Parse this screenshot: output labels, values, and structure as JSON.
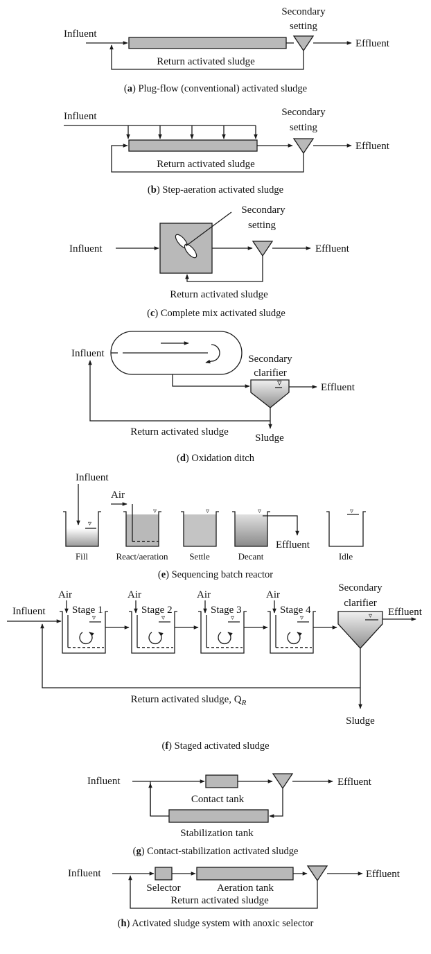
{
  "a": {
    "influent": "Influent",
    "secondary_line1": "Secondary",
    "secondary_line2": "setting",
    "effluent": "Effluent",
    "return": "Return activated sludge",
    "caption_letter": "a",
    "caption_text": " Plug-flow (conventional) activated sludge"
  },
  "b": {
    "influent": "Influent",
    "secondary_line1": "Secondary",
    "secondary_line2": "setting",
    "effluent": "Effluent",
    "return": "Return activated sludge",
    "caption_letter": "b",
    "caption_text": " Step-aeration activated sludge"
  },
  "c": {
    "influent": "Influent",
    "secondary_line1": "Secondary",
    "secondary_line2": "setting",
    "effluent": "Effluent",
    "return": "Return activated sludge",
    "caption_letter": "c",
    "caption_text": " Complete mix activated sludge"
  },
  "d": {
    "influent": "Influent",
    "secondary_line1": "Secondary",
    "secondary_line2": "clarifier",
    "effluent": "Effluent",
    "return": "Return activated sludge",
    "sludge": "Sludge",
    "caption_letter": "d",
    "caption_text": " Oxidation ditch"
  },
  "e": {
    "influent": "Influent",
    "air": "Air",
    "effluent": "Effluent",
    "stages": [
      "Fill",
      "React/aeration",
      "Settle",
      "Decant",
      "Idle"
    ],
    "caption_letter": "e",
    "caption_text": " Sequencing batch reactor"
  },
  "f": {
    "air": "Air",
    "stages": [
      "Stage 1",
      "Stage 2",
      "Stage 3",
      "Stage 4"
    ],
    "influent": "Influent",
    "secondary_line1": "Secondary",
    "secondary_line2": "clarifier",
    "effluent": "Effluent",
    "return": "Return activated sludge, Q",
    "return_sub": "R",
    "sludge": "Sludge",
    "caption_letter": "f",
    "caption_text": " Staged activated sludge"
  },
  "g": {
    "influent": "Influent",
    "effluent": "Effluent",
    "contact": "Contact tank",
    "stabilization": "Stabilization tank",
    "caption_letter": "g",
    "caption_text": " Contact-stabilization activated sludge"
  },
  "h": {
    "influent": "Influent",
    "effluent": "Effluent",
    "selector": "Selector",
    "aeration": "Aeration tank",
    "return": "Return activated sludge",
    "caption_letter": "h",
    "caption_text": " Activated sludge system with anoxic selector"
  }
}
